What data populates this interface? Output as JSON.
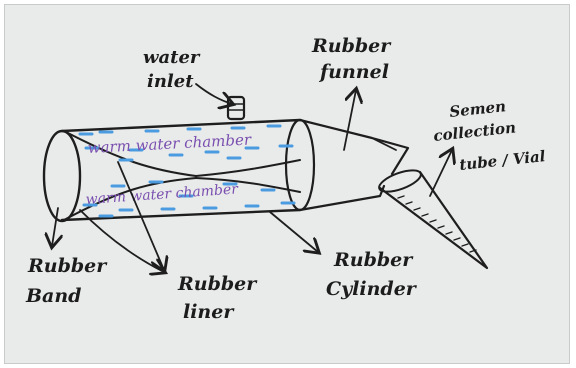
{
  "labels": {
    "water_inlet_1": "water",
    "water_inlet_2": "inlet",
    "rubber_funnel_1": "Rubber",
    "rubber_funnel_2": "funnel",
    "semen_tube_1": "Semen",
    "semen_tube_2": "collection",
    "semen_tube_3": "tube / Vial",
    "rubber_band_1": "Rubber",
    "rubber_band_2": "Band",
    "rubber_liner_1": "Rubber",
    "rubber_liner_2": "liner",
    "rubber_cylinder_1": "Rubber",
    "rubber_cylinder_2": "Cylinder",
    "chamber_top": "warm water chamber",
    "chamber_bottom": "warm water chamber"
  },
  "colors": {
    "ink": "#1e1e1e",
    "water_dashes": "#4a9be0",
    "chamber_text": "#7a4fb0",
    "paper": "#e9ebea"
  }
}
